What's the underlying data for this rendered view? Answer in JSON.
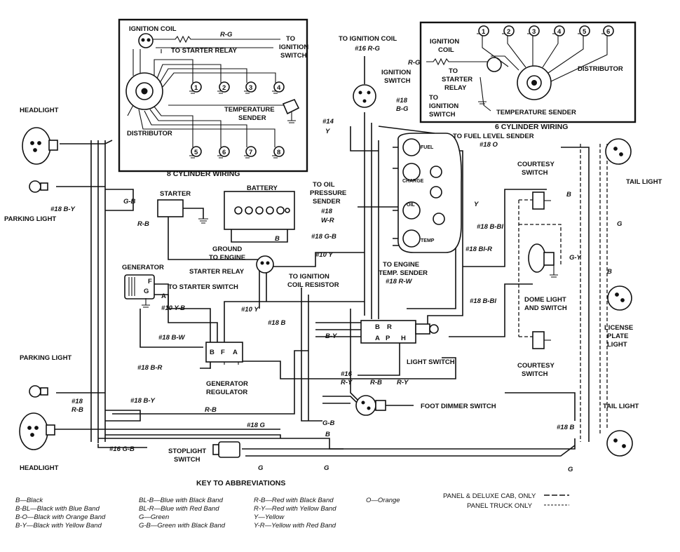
{
  "insets": {
    "eight_cyl": {
      "title": "8 CYLINDER WIRING",
      "ignition_coil": "IGNITION COIL",
      "wire_rg": "R-G",
      "to_starter_relay": "TO STARTER RELAY",
      "to_ignition_switch_1": "TO",
      "to_ignition_switch_2": "IGNITION",
      "to_ignition_switch_3": "SWITCH",
      "distributor": "DISTRIBUTOR",
      "temp_sender_1": "TEMPERATURE",
      "temp_sender_2": "SENDER",
      "plugs": [
        "1",
        "2",
        "3",
        "4",
        "5",
        "6",
        "7",
        "8"
      ]
    },
    "six_cyl": {
      "title": "6 CYLINDER WIRING",
      "ignition_coil_1": "IGNITION",
      "ignition_coil_2": "COIL",
      "wire_rg": "R-G",
      "to_starter_relay_1": "TO",
      "to_starter_relay_2": "STARTER",
      "to_starter_relay_3": "RELAY",
      "to_ignition_switch_1": "TO",
      "to_ignition_switch_2": "IGNITION",
      "to_ignition_switch_3": "SWITCH",
      "distributor": "DISTRIBUTOR",
      "temp_sender": "TEMPERATURE SENDER",
      "plugs": [
        "1",
        "2",
        "3",
        "4",
        "5",
        "6"
      ]
    }
  },
  "labels": {
    "headlight_top": "HEADLIGHT",
    "headlight_bottom": "HEADLIGHT",
    "parking_light_top": "PARKING LIGHT",
    "parking_light_bottom": "PARKING LIGHT",
    "starter": "STARTER",
    "battery": "BATTERY",
    "ground_to_engine_1": "GROUND",
    "ground_to_engine_2": "TO ENGINE",
    "starter_relay": "STARTER RELAY",
    "to_ignition_coil_resistor_1": "TO IGNITION",
    "to_ignition_coil_resistor_2": "COIL RESISTOR",
    "generator": "GENERATOR",
    "to_starter_switch": "TO STARTER SWITCH",
    "gen_reg_1": "GENERATOR",
    "gen_reg_2": "REGULATOR",
    "stoplight_switch_1": "STOPLIGHT",
    "stoplight_switch_2": "SWITCH",
    "to_ignition_coil": "TO IGNITION COIL",
    "ignition_switch_1": "IGNITION",
    "ignition_switch_2": "SWITCH",
    "to_fuel_level_sender": "TO FUEL LEVEL SENDER",
    "to_oil_pressure_1": "TO OIL",
    "to_oil_pressure_2": "PRESSURE",
    "to_oil_pressure_3": "SENDER",
    "to_engine_temp_1": "TO ENGINE",
    "to_engine_temp_2": "TEMP. SENDER",
    "light_switch": "LIGHT SWITCH",
    "foot_dimmer_switch": "FOOT DIMMER SWITCH",
    "courtesy_switch_top_1": "COURTESY",
    "courtesy_switch_top_2": "SWITCH",
    "courtesy_switch_bot_1": "COURTESY",
    "courtesy_switch_bot_2": "SWITCH",
    "dome_light_1": "DOME LIGHT",
    "dome_light_2": "AND SWITCH",
    "tail_light_top": "TAIL LIGHT",
    "tail_light_bottom": "TAIL LIGHT",
    "license_1": "LICENSE",
    "license_2": "PLATE",
    "license_3": "LIGHT",
    "gauge_fuel": "FUEL",
    "gauge_charge": "CHARGE",
    "gauge_oil": "OIL",
    "gauge_temp": "TEMP",
    "reg_b": "B",
    "reg_f": "F",
    "reg_a": "A",
    "gen_f": "F",
    "gen_a": "A",
    "gen_g": "G",
    "ls_b": "B",
    "ls_r": "R",
    "ls_a": "A",
    "ls_p": "P",
    "ls_h": "H"
  },
  "wires": {
    "w16_rg": "#16  R-G",
    "w18_bg_1": "#18",
    "w18_bg_2": "B-G",
    "w14": "#14",
    "w14_y": "Y",
    "w18_o": "#18  O",
    "w18_by_top": "#18  B-Y",
    "gb_left": "G-B",
    "rb_left": "R-B",
    "w18_wr_1": "#18",
    "w18_wr_2": "W-R",
    "w18_gb": "#18  G-B",
    "w10_y_1": "#10  Y",
    "b_batt": "B",
    "w18_rw": "#18  R-W",
    "y_right": "Y",
    "w18_bbl_1": "#18  B-Bl",
    "w18_blr": "#18  Bl-R",
    "w18_bbl_2": "#18  B-Bl",
    "gy": "G-Y",
    "b_dome": "B",
    "b_tail": "B",
    "g_tail": "G",
    "b_lic": "B",
    "w10_yb": "#10  Y-B",
    "w10_y_2": "#10  Y",
    "w18_bw": "#18  B-W",
    "w18_b_mid": "#18  B",
    "w18_br": "#18  B-R",
    "by_mid": "B-Y",
    "ry_mid": "R-Y",
    "w16_1": "#16",
    "w16_2": "R-Y",
    "rb_dim": "R-B",
    "gb_dim": "G-B",
    "w18_bot_left": "#18",
    "rb_bot_left": "R-B",
    "w18_by_bot": "#18  B-Y",
    "rb_bot": "R-B",
    "w16_gb": "#16  G-B",
    "w18_g": "#18  G",
    "b_stop": "B",
    "g_stop_1": "G",
    "g_stop_2": "G",
    "w18_b_tail": "#18  B",
    "g_bot_right": "G"
  },
  "key": {
    "title": "KEY TO ABBREVIATIONS",
    "col1": [
      "B—Black",
      "B-BL—Black with Blue Band",
      "B-O—Black with Orange Band",
      "B-Y—Black with Yellow Band"
    ],
    "col2": [
      "BL-B—Blue with Black Band",
      "BL-R—Blue with Red Band",
      "G—Green",
      "G-B—Green with Black Band"
    ],
    "col3": [
      "R-B—Red with Black Band",
      "R-Y—Red with Yellow Band",
      "Y—Yellow",
      "Y-R—Yellow with Red Band"
    ],
    "col4": [
      "O—Orange"
    ],
    "legend_1": "PANEL & DELUXE CAB, ONLY",
    "legend_2": "PANEL TRUCK ONLY"
  }
}
